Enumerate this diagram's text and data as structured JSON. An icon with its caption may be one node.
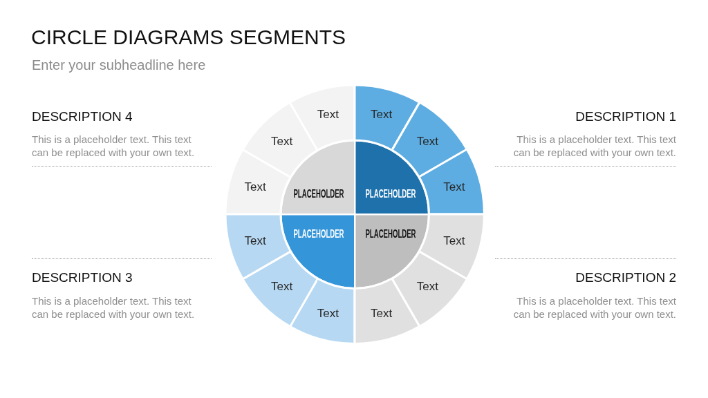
{
  "diagram": {
    "title": "CIRCLE DIAGRAMS SEGMENTS",
    "nodes": [
      {
        "text": [
          "PLACEHOLDER"
        ]
      },
      {
        "text": [
          "Text"
        ]
      },
      {
        "text": [
          "Text"
        ]
      },
      {
        "text": [
          "Text"
        ]
      },
      {
        "text": [
          "PLACEHOLDER"
        ]
      },
      {
        "text": [
          "Text"
        ]
      },
      {
        "text": [
          "Text"
        ]
      },
      {
        "text": [
          "Text"
        ]
      },
      {
        "text": [
          "PLACEHOLDER"
        ]
      },
      {
        "text": [
          "Text"
        ]
      },
      {
        "text": [
          "Text"
        ]
      },
      {
        "text": [
          "Text"
        ]
      },
      {
        "text": [
          "PLACEHOLDER"
        ]
      },
      {
        "text": [
          "Text"
        ]
      },
      {
        "text": [
          "Text"
        ]
      },
      {
        "text": [
          "Text"
        ]
      }
    ],
    "labels": [
      "Enter your subheadline here",
      "DESCRIPTION 4",
      "This is a placeholder text. This text can be replaced with your own text.",
      "DESCRIPTION 1",
      "This is a placeholder text. This text can be replaced with your own text.",
      "DESCRIPTION 3",
      "This is a placeholder text. This text can be replaced with your own text.",
      "DESCRIPTION 2",
      "This is a placeholder text. This text can be replaced with your own text."
    ]
  }
}
